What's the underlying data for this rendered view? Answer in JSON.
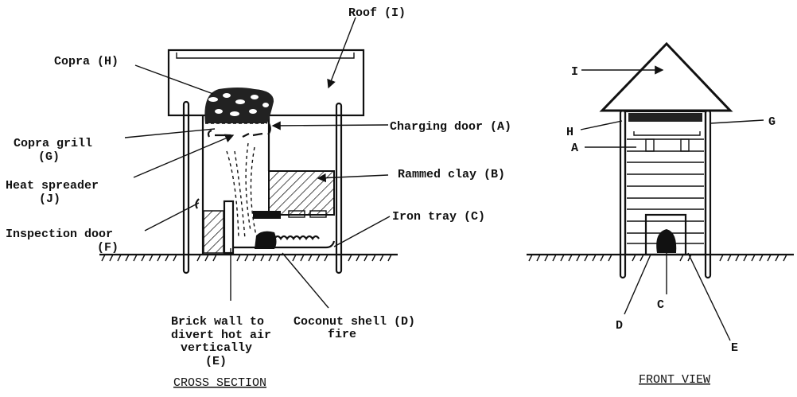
{
  "cross_section": {
    "caption": "CROSS SECTION",
    "labels": {
      "roof": "Roof (I)",
      "copra": "Copra (H)",
      "charging_door": "Charging door (A)",
      "copra_grill_1": "Copra grill",
      "copra_grill_2": "(G)",
      "rammed_clay": "Rammed clay (B)",
      "heat_spreader_1": "Heat spreader",
      "heat_spreader_2": "(J)",
      "iron_tray": "Iron tray (C)",
      "inspection_door_1": "Inspection door",
      "inspection_door_2": "(F)",
      "brick_wall_1": "Brick wall to",
      "brick_wall_2": "divert hot air",
      "brick_wall_3": "vertically",
      "brick_wall_4": "(E)",
      "coconut_1": "Coconut shell (D)",
      "coconut_2": "fire"
    }
  },
  "front_view": {
    "caption": "FRONT VIEW",
    "labels": {
      "I": "I",
      "H": "H",
      "G": "G",
      "A": "A",
      "C": "C",
      "D": "D",
      "E": "E"
    }
  }
}
